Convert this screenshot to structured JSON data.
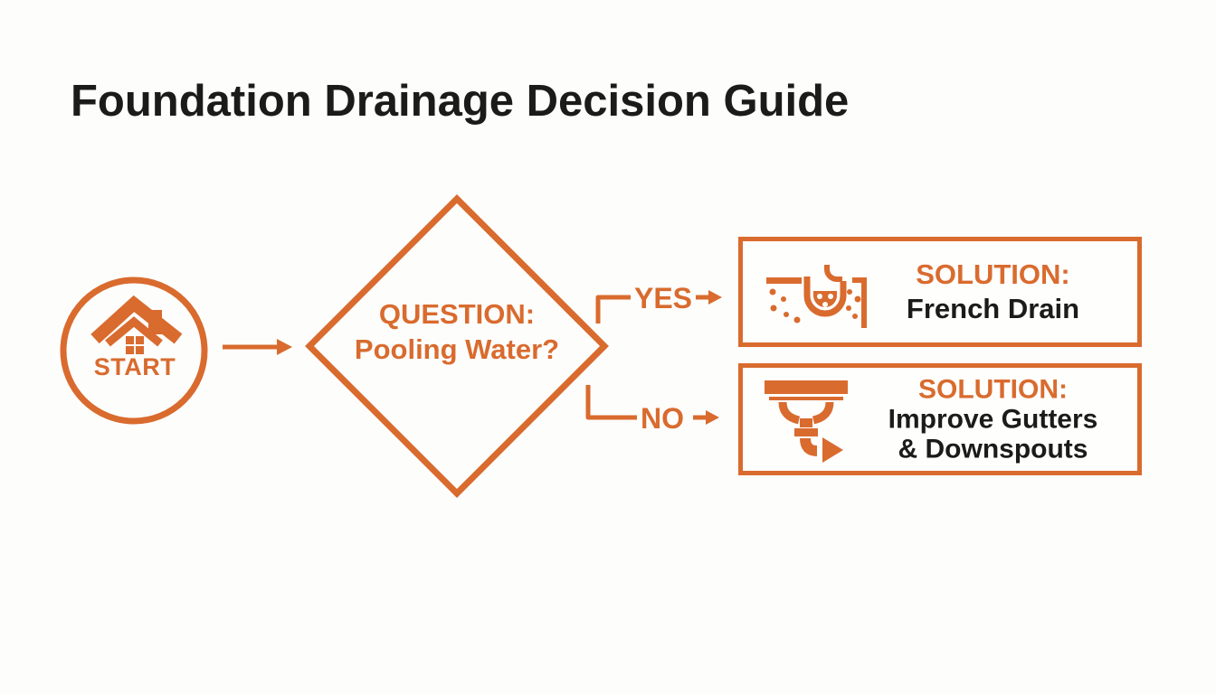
{
  "page": {
    "title": "Foundation Drainage Decision Guide"
  },
  "colors": {
    "accent_orange": "#D96B2E",
    "text_dark": "#1B1B19",
    "background": "#FDFDFC"
  },
  "flowchart": {
    "start": {
      "label": "START",
      "icon": "house-icon",
      "shape": "circle"
    },
    "question": {
      "shape": "diamond",
      "lines": [
        "QUESTION:",
        "Pooling Water?"
      ]
    },
    "branches": [
      {
        "label": "YES",
        "target": "French Drain"
      },
      {
        "label": "NO",
        "target": "Improve Gutters & Downspouts"
      }
    ],
    "solutions": [
      {
        "heading": "SOLUTION:",
        "lines": [
          "French Drain"
        ],
        "icon": "french-drain-icon"
      },
      {
        "heading": "SOLUTION:",
        "lines": [
          "Improve Gutters",
          "& Downspouts"
        ],
        "icon": "gutter-downspout-icon"
      }
    ]
  }
}
